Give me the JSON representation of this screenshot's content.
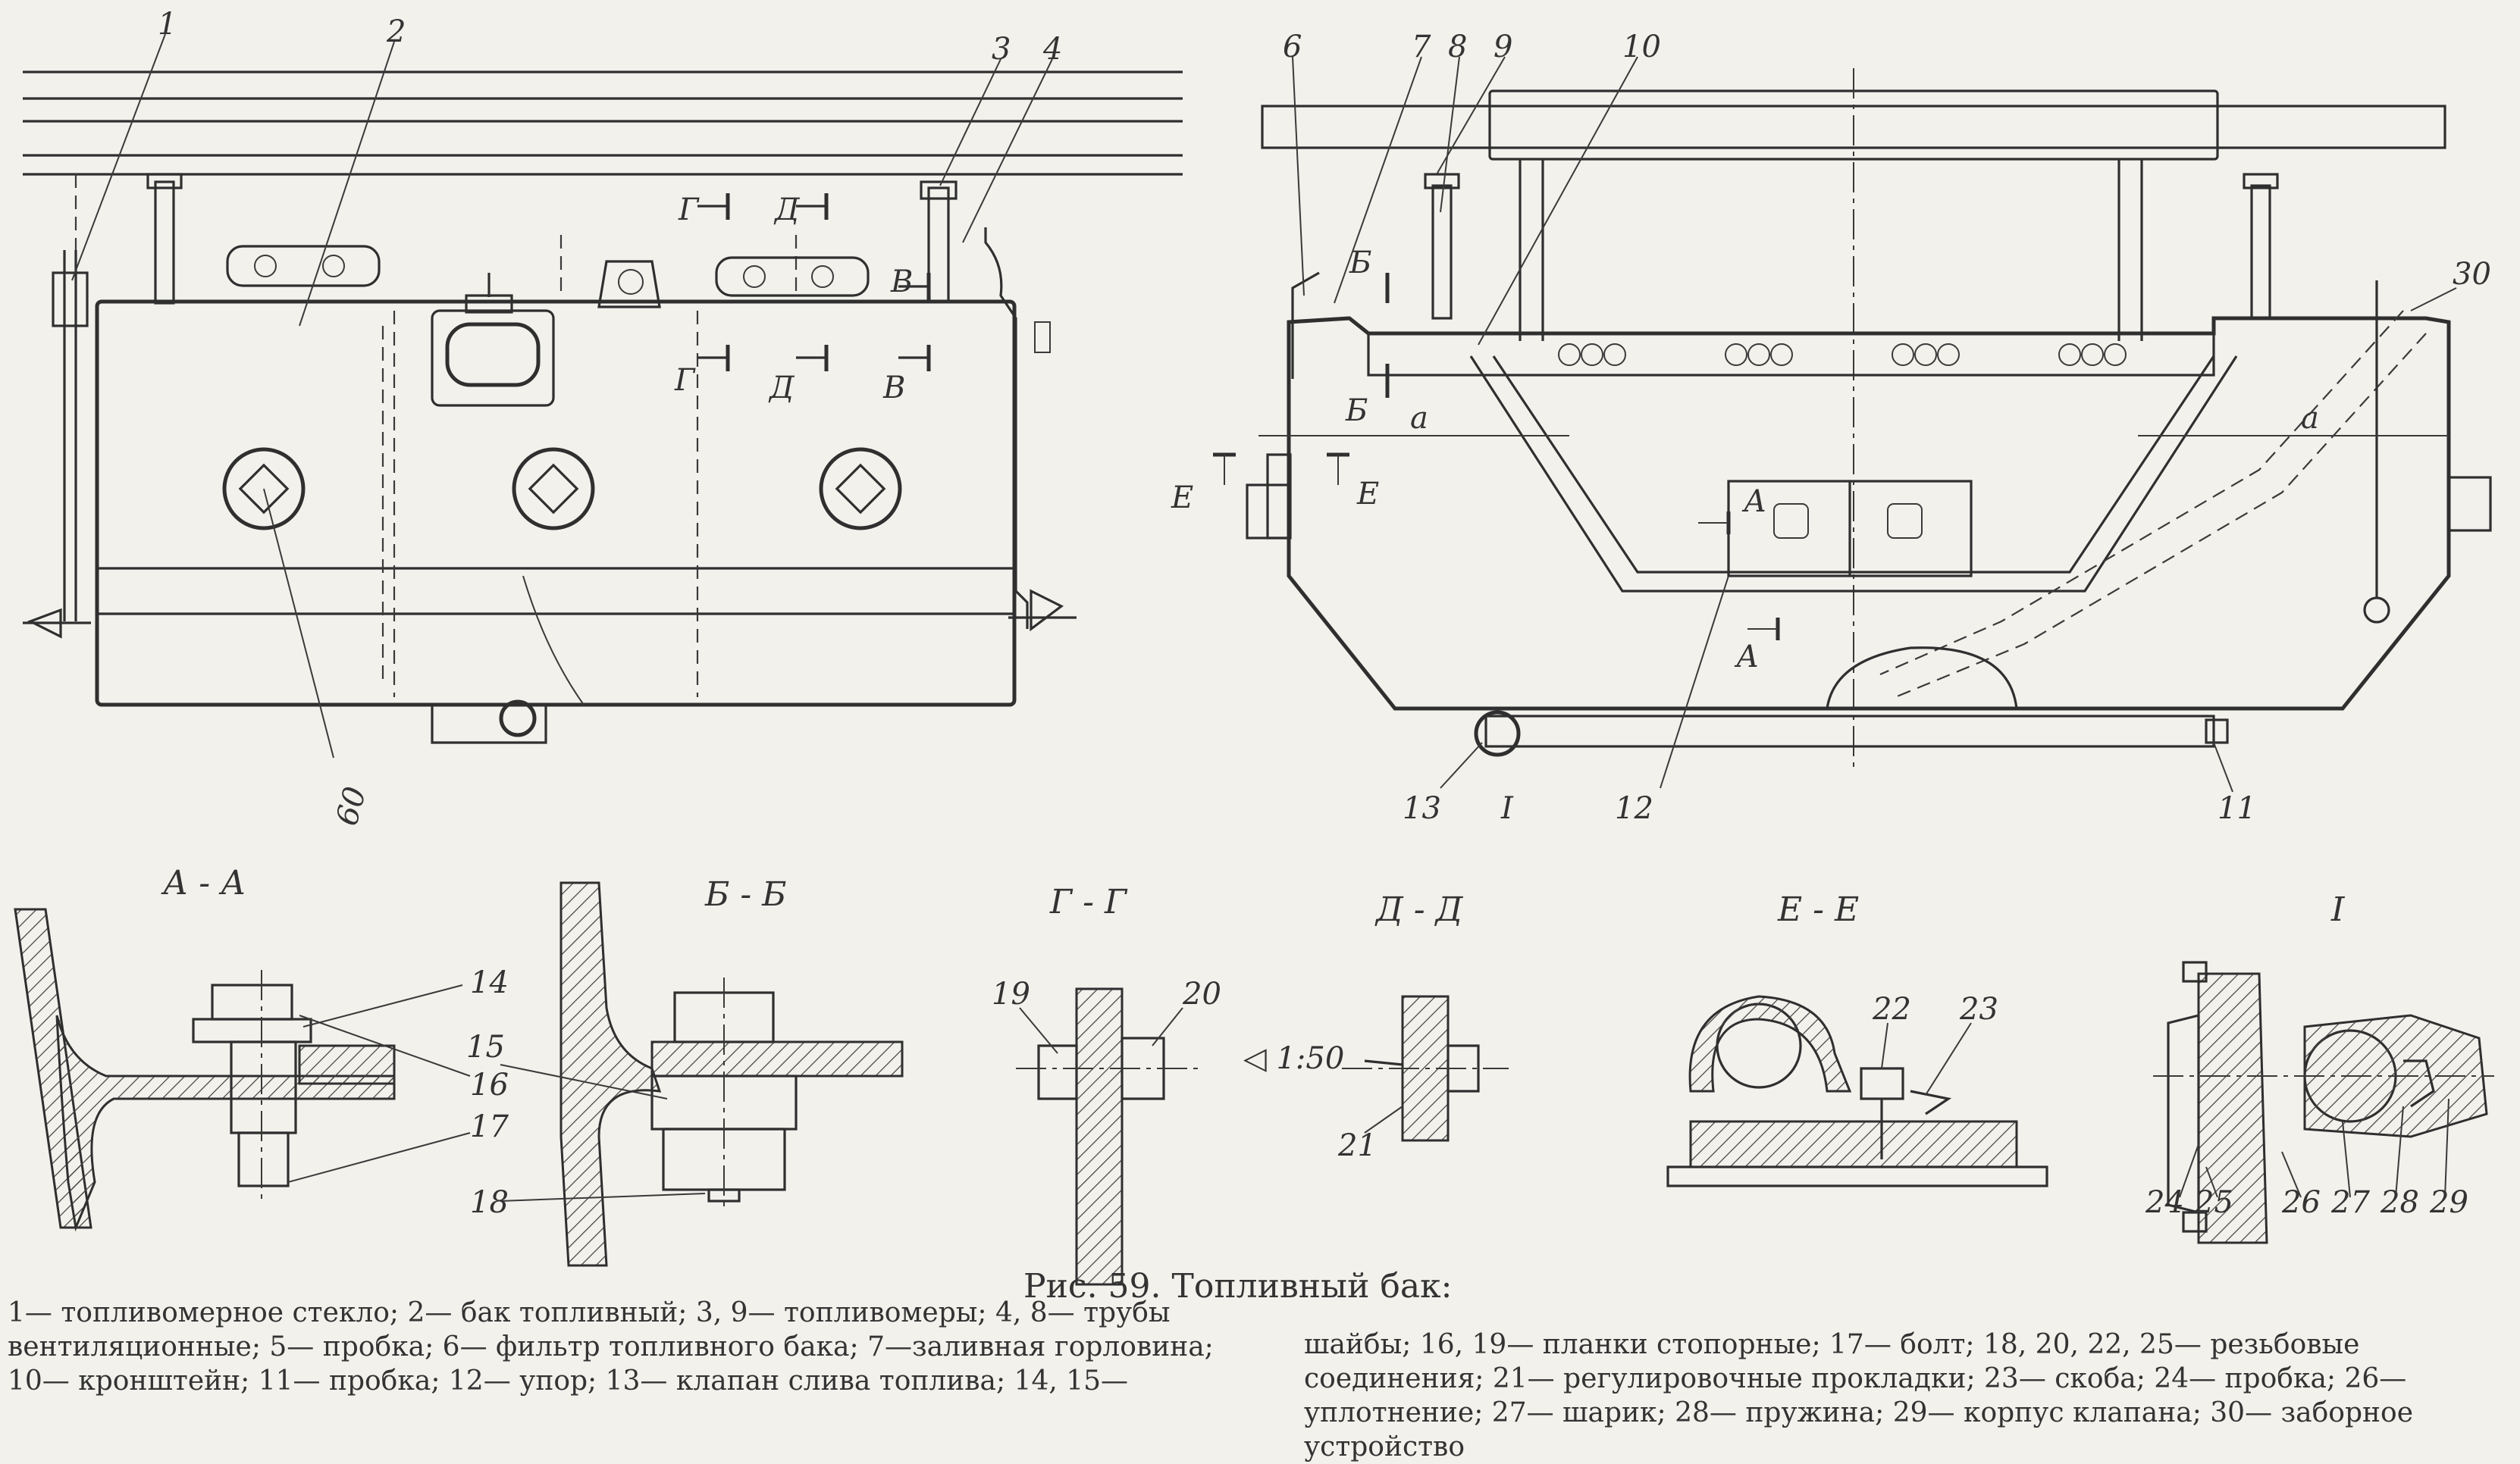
{
  "figure": {
    "caption": "Рис. 59. Топливный бак:",
    "callouts": [
      "1",
      "2",
      "3",
      "4",
      "6",
      "7",
      "8",
      "9",
      "10",
      "11",
      "12",
      "13",
      "14",
      "15",
      "16",
      "17",
      "18",
      "19",
      "20",
      "21",
      "22",
      "23",
      "24",
      "25",
      "26",
      "27",
      "28",
      "29",
      "30",
      "60",
      "I"
    ],
    "section_titles": [
      "А - А",
      "Б - Б",
      "Г - Г",
      "Д - Д",
      "Е - Е",
      "I"
    ],
    "section_marks": [
      "Г",
      "Д",
      "В",
      "Г",
      "Д",
      "В",
      "Б",
      "Б",
      "Е",
      "Е",
      "А",
      "А",
      "a",
      "a"
    ],
    "taper": "◁ 1:50"
  },
  "legend": {
    "left": "1— топливомерное стекло; 2— бак топливный; 3, 9— топливомеры; 4, 8— трубы вентиляционные; 5— пробка; 6— фильтр топливного бака; 7—заливная горловина; 10— кронштейн; 11— пробка; 12— упор; 13— клапан слива топлива; 14, 15—",
    "right": "шайбы; 16, 19— планки стопорные; 17— болт; 18, 20, 22, 25— резьбовые соединения; 21— регулировочные прокладки; 23— скоба; 24— пробка; 26— уплотнение; 27— шарик; 28— пружина; 29— корпус клапана; 30— заборное устройство"
  }
}
